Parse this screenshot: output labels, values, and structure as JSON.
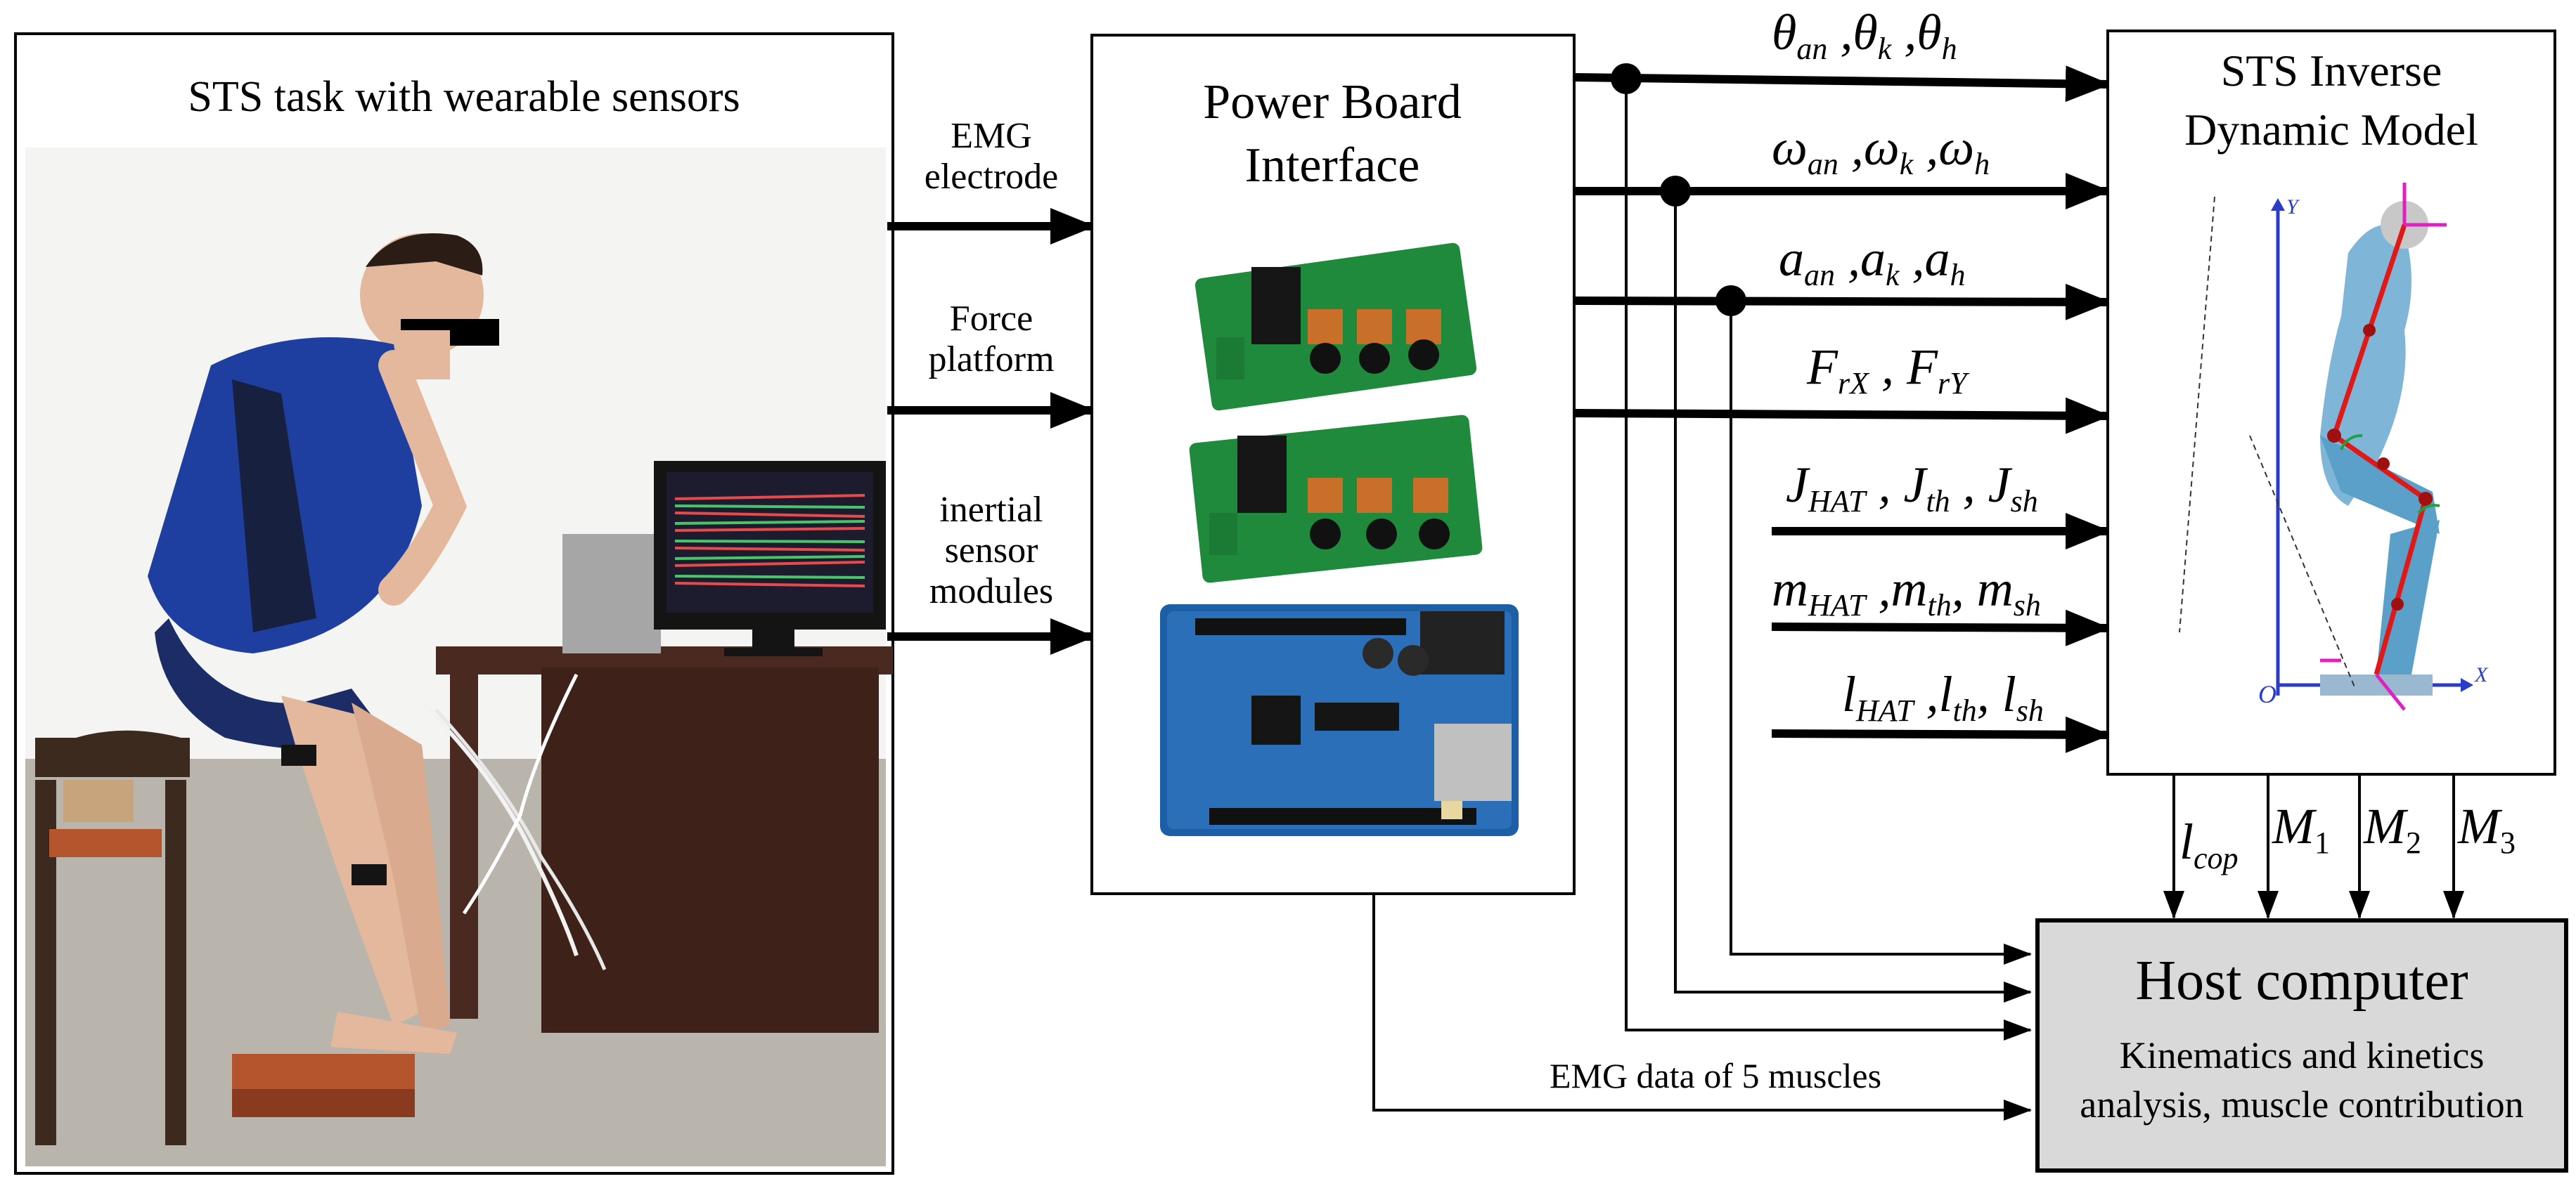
{
  "sts_panel": {
    "title": "STS task with wearable sensors"
  },
  "inputs": {
    "emg_line1": "EMG",
    "emg_line2": "electrode",
    "force_line1": "Force",
    "force_line2": "platform",
    "imu_line1": "inertial",
    "imu_line2": "sensor",
    "imu_line3": "modules"
  },
  "power_board": {
    "title_line1": "Power Board",
    "title_line2": "Interface"
  },
  "model": {
    "title_line1": "STS Inverse",
    "title_line2": "Dynamic Model"
  },
  "signals": {
    "angles": "θan , θk , θh",
    "velocities": "ωan , ωk , ωh",
    "accelerations": "aan , ak , ah",
    "forces": "FrX , FrY",
    "inertias": "JHAT , Jth , Jsh",
    "masses": "mHAT ,mth, msh",
    "lengths": "lHAT ,lth, lsh"
  },
  "outputs": {
    "cop": "lcop",
    "m1": "M1",
    "m2": "M2",
    "m3": "M3"
  },
  "host": {
    "title": "Host computer",
    "line1": "Kinematics and kinetics",
    "line2": "analysis, muscle  contribution"
  },
  "emg_data": "EMG data of 5 muscles",
  "colors": {
    "box_border": "#000000",
    "host_fill": "#d9d9d9",
    "arrow": "#000000"
  }
}
